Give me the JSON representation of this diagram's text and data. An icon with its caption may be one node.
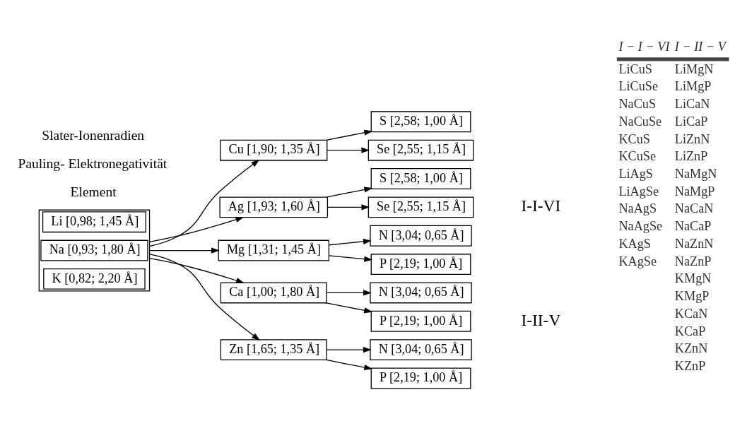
{
  "diagram": {
    "nodes": [
      {
        "text": [],
        "shape": "box"
      },
      {
        "text": [
          "Li [0,98; 1,45 Å]"
        ],
        "in": 0
      },
      {
        "text": [
          "Na [0,93; 1,80 Å]"
        ],
        "in": 0
      },
      {
        "text": [
          "K [0,82; 2,20 Å]"
        ],
        "in": 0
      },
      {
        "text": [
          "Cu [1,90; 1,35 Å]"
        ]
      },
      {
        "text": [
          "S [2,58; 1,00 Å]"
        ]
      },
      {
        "text": [
          "Se [2,55; 1,15 Å]"
        ]
      },
      {
        "text": [
          "Ag [1,93; 1,60 Å]"
        ]
      },
      {
        "text": [
          "S [2,58; 1,00 Å]"
        ]
      },
      {
        "text": [
          "Se [2,55; 1,15 Å]"
        ]
      },
      {
        "text": [
          "Mg [1,31; 1,45 Å]"
        ]
      },
      {
        "text": [
          "N [3,04; 0,65 Å]"
        ]
      },
      {
        "text": [
          "P [2,19; 1,00 Å]"
        ]
      },
      {
        "text": [
          "Ca [1,00; 1,80 Å]"
        ]
      },
      {
        "text": [
          "N [3,04; 0,65 Å]"
        ]
      },
      {
        "text": [
          "P [2,19; 1,00 Å]"
        ]
      },
      {
        "text": [
          "Zn [1,65; 1,35 Å]"
        ]
      },
      {
        "text": [
          "N [3,04; 0,65 Å]"
        ]
      },
      {
        "text": [
          "P [2,19; 1,00 Å]"
        ]
      }
    ],
    "edges": [
      {
        "from": 0,
        "to": 4,
        "arrow": "to"
      },
      {
        "from": 0,
        "to": 7,
        "arrow": "to"
      },
      {
        "from": 0,
        "to": 10,
        "arrow": "to"
      },
      {
        "from": 0,
        "to": 13,
        "arrow": "to"
      },
      {
        "from": 0,
        "to": 16,
        "arrow": "to"
      },
      {
        "from": 4,
        "to": 5,
        "arrow": "to"
      },
      {
        "from": 4,
        "to": 6,
        "arrow": "to"
      },
      {
        "from": 7,
        "to": 8,
        "arrow": "to"
      },
      {
        "from": 7,
        "to": 9,
        "arrow": "to"
      },
      {
        "from": 10,
        "to": 11,
        "arrow": "to"
      },
      {
        "from": 10,
        "to": 12,
        "arrow": "to"
      },
      {
        "from": 13,
        "to": 14,
        "arrow": "to"
      },
      {
        "from": 13,
        "to": 15,
        "arrow": "to"
      },
      {
        "from": 16,
        "to": 17,
        "arrow": "to"
      },
      {
        "from": 16,
        "to": 18,
        "arrow": "to"
      }
    ],
    "labels": [
      "Element",
      "Pauling- Elektronegativität",
      "Slater-Ionenradien",
      "I-I-VI",
      "I-II-V",
      "I − I − VI",
      "I − II − V",
      "LiCuS",
      "LiMgN",
      "LiCuSe",
      "LiMgP",
      "NaCuS",
      "LiCaN",
      "NaCuSe",
      "LiCaP",
      "KCuS",
      "LiZnN",
      "KCuSe",
      "LiZnP",
      "LiAgS",
      "NaMgN",
      "LiAgSe",
      "NaMgP",
      "NaAgS",
      "NaCaN",
      "NaAgSe",
      "NaCaP",
      "KAgS",
      "NaZnN",
      "KAgSe",
      "NaZnP",
      "KMgN",
      "KMgP",
      "KCaN",
      "KCaP",
      "KZnN",
      "KZnP"
    ]
  }
}
